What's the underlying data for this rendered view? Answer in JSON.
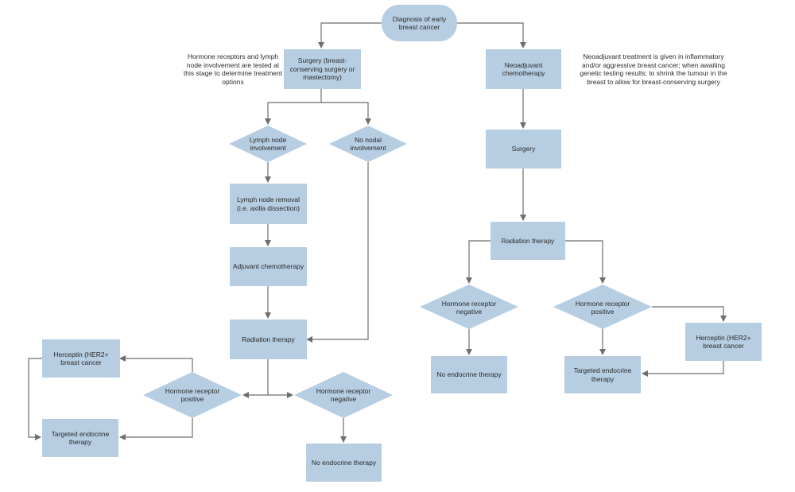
{
  "colors": {
    "node_fill": "#b6cde2",
    "edge": "#6e6e6e",
    "text": "#2b2b2b"
  },
  "nodes": {
    "diagnosis": "Diagnosis of early breast cancer",
    "surgery_left": "Surgery (breast-conserving surgery or mastectomy)",
    "neoadjuvant": "Neoadjuvant chemotherapy",
    "lymph_node_involvement": "Lymph node involvement",
    "no_nodal_involvement": "No nodal involvement",
    "surgery_right": "Surgery",
    "lymph_node_removal": "Lymph node removal (i.e. axilla dissection)",
    "radiation_right": "Radiation therapy",
    "adjuvant_chemo": "Adjuvant chemotherapy",
    "hr_negative_right": "Hormone receptor negative",
    "hr_positive_right": "Hormone receptor positive",
    "radiation_left": "Radiation therapy",
    "herceptin_right": "Herceptin (HER2+ breast cancer",
    "herceptin_left": "Herceptin (HER2+ breast cancer",
    "no_endocrine_right": "No endocrine therapy",
    "targeted_endocrine_right": "Targeted endocrine therapy",
    "hr_positive_left": "Hormone receptor positive",
    "hr_negative_left": "Hormone receptor negative",
    "targeted_endocrine_left": "Targeted endocrine therapy",
    "no_endocrine_left": "No endocrine therapy"
  },
  "notes": {
    "left": "Hormone receptors and lymph node involvement are tested at this stage to determine treatment options",
    "right": "Neoadjuvant treatment is given in inflammatory and/or aggressive breast cancer; when awaiting genetic testing results; to shrink the tumour in the breast to allow for breast-conserving surgery"
  }
}
